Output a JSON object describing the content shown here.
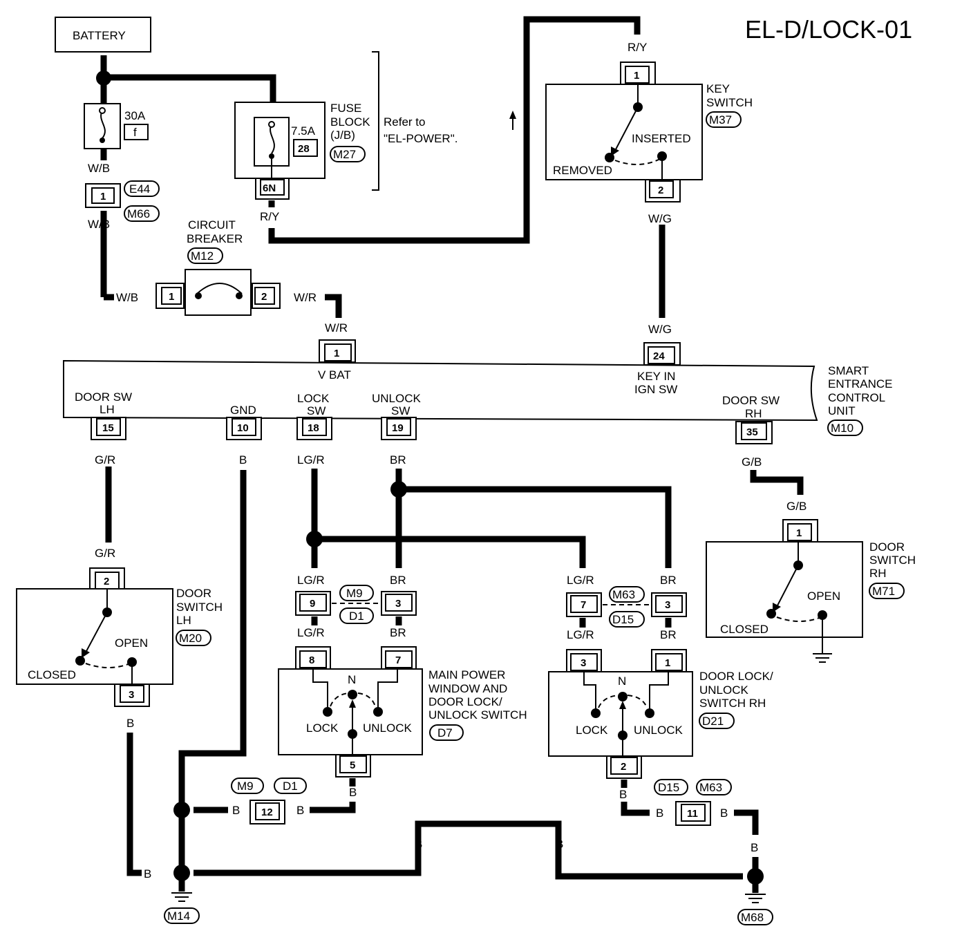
{
  "title": "EL-D/LOCK-01",
  "battery": {
    "label": "BATTERY",
    "fuse_amp": "30A",
    "fuse_id": "f"
  },
  "fuse_block": {
    "amp": "7.5A",
    "num": "28",
    "l1": "FUSE",
    "l2": "BLOCK",
    "l3": "(J/B)",
    "conn": "M27",
    "terminal": "6N"
  },
  "refer": {
    "l1": "Refer to",
    "l2": "\"EL-POWER\"."
  },
  "conn_e44": {
    "pin": "1",
    "tag1": "E44",
    "tag2": "M66"
  },
  "circuit_breaker": {
    "l1": "CIRCUIT",
    "l2": "BREAKER",
    "conn": "M12",
    "pin1": "1",
    "pin2": "2"
  },
  "key_switch": {
    "l1": "KEY",
    "l2": "SWITCH",
    "conn": "M37",
    "pin_top": "1",
    "pin_bottom": "2",
    "inserted": "INSERTED",
    "removed": "REMOVED"
  },
  "control_unit": {
    "l1": "SMART",
    "l2": "ENTRANCE",
    "l3": "CONTROL",
    "l4": "UNIT",
    "conn": "M10",
    "pin_vbat": "1",
    "vbat": "V BAT",
    "pin_key": "24",
    "key_l1": "KEY IN",
    "key_l2": "IGN SW",
    "door_lh_l1": "DOOR SW",
    "door_lh_l2": "LH",
    "pin_door_lh": "15",
    "gnd": "GND",
    "pin_gnd": "10",
    "lock_l1": "LOCK",
    "lock_l2": "SW",
    "pin_lock": "18",
    "unlock_l1": "UNLOCK",
    "unlock_l2": "SW",
    "pin_unlock": "19",
    "door_rh_l1": "DOOR SW",
    "door_rh_l2": "RH",
    "pin_door_rh": "35"
  },
  "door_switch_lh": {
    "l1": "DOOR",
    "l2": "SWITCH",
    "l3": "LH",
    "conn": "M20",
    "pin_top": "2",
    "pin_bottom": "3",
    "open": "OPEN",
    "closed": "CLOSED"
  },
  "door_switch_rh": {
    "l1": "DOOR",
    "l2": "SWITCH",
    "l3": "RH",
    "conn": "M71",
    "pin_top": "1",
    "open": "OPEN",
    "closed": "CLOSED"
  },
  "main_switch": {
    "l1": "MAIN POWER",
    "l2": "WINDOW AND",
    "l3": "DOOR LOCK/",
    "l4": "UNLOCK SWITCH",
    "conn": "D7",
    "pin_lock": "8",
    "pin_unlock": "7",
    "pin_gnd": "5",
    "n": "N",
    "lock": "LOCK",
    "unlock": "UNLOCK"
  },
  "rh_switch": {
    "l1": "DOOR LOCK/",
    "l2": "UNLOCK",
    "l3": "SWITCH RH",
    "conn": "D21",
    "pin_lock": "3",
    "pin_unlock": "1",
    "pin_gnd": "2",
    "n": "N",
    "lock": "LOCK",
    "unlock": "UNLOCK"
  },
  "joint_left": {
    "pin_a": "9",
    "pin_b": "3",
    "tag1": "M9",
    "tag2": "D1"
  },
  "joint_right": {
    "pin_a": "7",
    "pin_b": "3",
    "tag1": "M63",
    "tag2": "D15"
  },
  "ground_conn_left": {
    "pin": "12",
    "tag1": "M9",
    "tag2": "D1"
  },
  "ground_conn_right": {
    "pin": "11",
    "tag1": "D15",
    "tag2": "M63"
  },
  "grounds": {
    "left": "M14",
    "right": "M68"
  },
  "wires": {
    "wb": "W/B",
    "wr": "W/R",
    "ry": "R/Y",
    "wg": "W/G",
    "gr": "G/R",
    "b": "B",
    "lgr": "LG/R",
    "br": "BR",
    "gb": "G/B"
  }
}
